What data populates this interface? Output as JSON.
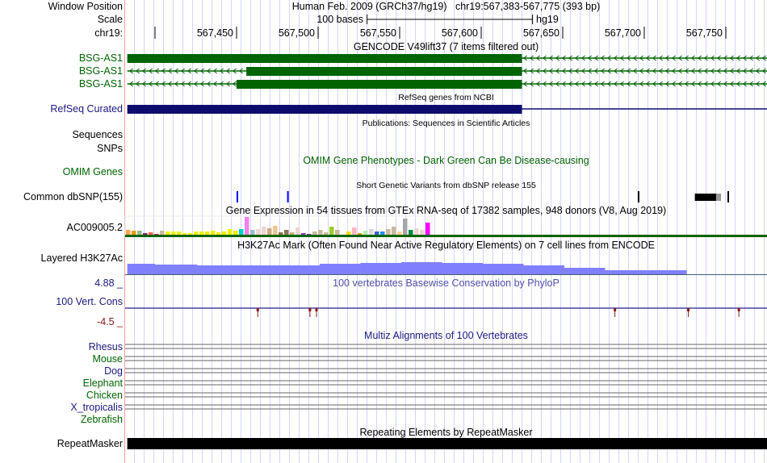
{
  "header": {
    "window_position_label": "Window Position",
    "window_position_text": "Human Feb. 2009 (GRCh37/hg19)   chr19:567,383-567,775 (393 bp)",
    "scale_label": "Scale",
    "scale_bar_text": "100 bases",
    "scale_assembly": "hg19",
    "chrom_label": "chr19:",
    "view_start": 567383,
    "view_end": 567775,
    "ruler_ticks": [
      {
        "pos": 567400,
        "label": ""
      },
      {
        "pos": 567450,
        "label": "567,450"
      },
      {
        "pos": 567500,
        "label": "567,500"
      },
      {
        "pos": 567550,
        "label": "567,550"
      },
      {
        "pos": 567600,
        "label": "567,600"
      },
      {
        "pos": 567650,
        "label": "567,650"
      },
      {
        "pos": 567700,
        "label": "567,700"
      },
      {
        "pos": 567750,
        "label": "567,750"
      }
    ],
    "scale_bar_start": 567531,
    "scale_bar_end": 567631
  },
  "gencode": {
    "title": "GENCODE V49lift37 (7 items filtered out)",
    "color": "#006400",
    "transcripts": [
      {
        "name": "BSG-AS1",
        "start": 567383,
        "end": 567775,
        "thick_start": 567383,
        "thick_end": 567625
      },
      {
        "name": "BSG-AS1",
        "start": 567383,
        "end": 567775,
        "thick_start": 567456,
        "thick_end": 567625
      },
      {
        "name": "BSG-AS1",
        "start": 567383,
        "end": 567775,
        "thick_start": 567450,
        "thick_end": 567625
      }
    ]
  },
  "refseq": {
    "title": "RefSeq genes from NCBI",
    "label": "RefSeq Curated",
    "color": "#0c0c6e",
    "start": 567383,
    "end": 567775,
    "thick_start": 567383,
    "thick_end": 567625
  },
  "publications": {
    "title": "Publications: Sequences in Scientific Articles",
    "labels": [
      "Sequences",
      "SNPs"
    ]
  },
  "omim": {
    "title": "OMIM Gene Phenotypes - Dark Green Can Be Disease-causing",
    "label": "OMIM Genes"
  },
  "dbsnp": {
    "title": "Short Genetic Variants from dbSNP release 155",
    "label": "Common dbSNP(155)",
    "variants": [
      {
        "pos": 567450,
        "color": "#0000ff"
      },
      {
        "pos": 567481,
        "color": "#0000ff"
      },
      {
        "pos": 567696,
        "color": "#000000"
      },
      {
        "pos": 567751,
        "color": "#000000"
      }
    ],
    "block": {
      "start": 567731,
      "end": 567747,
      "gray_start": 567744
    }
  },
  "gtex": {
    "title": "Gene Expression in 54 tissues from GTEx RNA-seq of 17382 samples, 948 donors (V8, Aug 2019)",
    "label": "AC009005.2",
    "baseline_color": "#006400",
    "values": [
      6,
      5,
      5,
      2,
      3,
      1,
      5,
      4,
      4,
      4,
      2,
      2,
      4,
      4,
      4,
      5,
      3,
      4,
      7,
      5,
      7,
      22,
      6,
      7,
      10,
      8,
      11,
      3,
      6,
      3,
      9,
      2,
      1,
      4,
      6,
      3,
      10,
      6,
      1,
      4,
      9,
      2,
      5,
      7,
      4,
      4,
      7,
      10,
      4,
      20,
      6,
      8,
      6,
      15
    ],
    "colors": [
      "#ffa54f",
      "#ee9a00",
      "#8fbc8f",
      "#8b1c62",
      "#ee6a50",
      "#cd2626",
      "#cdb79e",
      "#eeee00",
      "#eeee00",
      "#eeee00",
      "#eeee00",
      "#eeee00",
      "#eeee00",
      "#eeee00",
      "#eeee00",
      "#eeee00",
      "#eeee00",
      "#eeee00",
      "#eeee00",
      "#eeee00",
      "#00cdcd",
      "#ee82ee",
      "#9ac0cd",
      "#eed5d2",
      "#eed5d2",
      "#cdaa7d",
      "#eec591",
      "#8b7355",
      "#8b7355",
      "#cdaa7d",
      "#eed5d2",
      "#9a32cd",
      "#7a378b",
      "#cdb79e",
      "#cdb79e",
      "#cdb79e",
      "#9acd32",
      "#cdb79e",
      "#eeeeee",
      "#ffd700",
      "#ffb6c1",
      "#cd9b1d",
      "#b4eeb4",
      "#d9d9d9",
      "#3a5fcd",
      "#1e90ff",
      "#cdb79e",
      "#cdb79e",
      "#ffd39b",
      "#a6a6a6",
      "#008b45",
      "#eed5d2",
      "#eed5d2",
      "#ff00ff"
    ]
  },
  "h3k27ac": {
    "title": "H3K27Ac Mark (Often Found Near Active Regulatory Elements) on 7 cell lines from ENCODE",
    "label": "Layered H3K27Ac",
    "color": "#8080ff",
    "segments": [
      {
        "start": 567383,
        "end": 567400,
        "value": 13
      },
      {
        "start": 567400,
        "end": 567426,
        "value": 12
      },
      {
        "start": 567426,
        "end": 567501,
        "value": 11
      },
      {
        "start": 567501,
        "end": 567526,
        "value": 13
      },
      {
        "start": 567526,
        "end": 567551,
        "value": 14
      },
      {
        "start": 567551,
        "end": 567576,
        "value": 15
      },
      {
        "start": 567576,
        "end": 567601,
        "value": 14
      },
      {
        "start": 567601,
        "end": 567626,
        "value": 13
      },
      {
        "start": 567626,
        "end": 567651,
        "value": 11
      },
      {
        "start": 567651,
        "end": 567676,
        "value": 8
      },
      {
        "start": 567676,
        "end": 567726,
        "value": 5
      }
    ],
    "max": 15
  },
  "phylop": {
    "title": "100 vertebrates Basewise Conservation by PhyloP",
    "label": "100 Vert. Cons",
    "max_label": "4.88 _",
    "min_label": "-4.5 _",
    "negative_sites": [
      567463,
      567495,
      567499,
      567682,
      567727,
      567758
    ]
  },
  "multiz": {
    "title": "Multiz Alignments of 100 Vertebrates",
    "species": [
      {
        "name": "Rhesus",
        "color": "#1a1a80"
      },
      {
        "name": "Mouse",
        "color": "#006400"
      },
      {
        "name": "Dog",
        "color": "#1a1a80"
      },
      {
        "name": "Elephant",
        "color": "#006400"
      },
      {
        "name": "Chicken",
        "color": "#006400"
      },
      {
        "name": "X_tropicalis",
        "color": "#1a1a80"
      },
      {
        "name": "Zebrafish",
        "color": "#006400"
      }
    ]
  },
  "repeatmasker": {
    "title": "Repeating Elements by RepeatMasker",
    "label": "RepeatMasker",
    "start": 567383,
    "end": 567775
  }
}
